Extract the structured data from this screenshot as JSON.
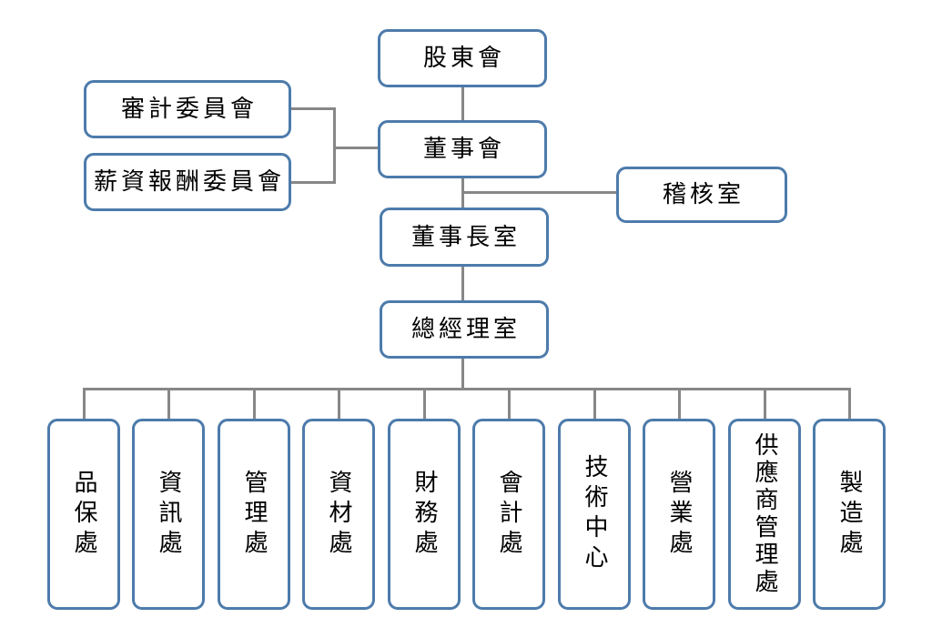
{
  "org": {
    "shareholders": "股東會",
    "board": "董事會",
    "audit_committee": "審計委員會",
    "compensation_committee": "薪資報酬委員會",
    "audit_office": "稽核室",
    "chairman_office": "董事長室",
    "gm_office": "總經理室",
    "departments": [
      "品保處",
      "資訊處",
      "管理處",
      "資材處",
      "財務處",
      "會計處",
      "技術中心",
      "營業處",
      "供應商管理處",
      "製造處"
    ]
  },
  "edges": [
    {
      "from": "股東會",
      "to": "董事會"
    },
    {
      "from": "審計委員會",
      "to": "董事會"
    },
    {
      "from": "薪資報酬委員會",
      "to": "董事會"
    },
    {
      "from": "董事會",
      "to": "稽核室"
    },
    {
      "from": "董事會",
      "to": "董事長室"
    },
    {
      "from": "董事長室",
      "to": "總經理室"
    },
    {
      "from": "總經理室",
      "to": "品保處"
    },
    {
      "from": "總經理室",
      "to": "資訊處"
    },
    {
      "from": "總經理室",
      "to": "管理處"
    },
    {
      "from": "總經理室",
      "to": "資材處"
    },
    {
      "from": "總經理室",
      "to": "財務處"
    },
    {
      "from": "總經理室",
      "to": "會計處"
    },
    {
      "from": "總經理室",
      "to": "技術中心"
    },
    {
      "from": "總經理室",
      "to": "營業處"
    },
    {
      "from": "總經理室",
      "to": "供應商管理處"
    },
    {
      "from": "總經理室",
      "to": "製造處"
    }
  ],
  "colors": {
    "box_border": "#4d7bab",
    "connector": "#878787",
    "text": "#000000",
    "background": "#ffffff"
  }
}
